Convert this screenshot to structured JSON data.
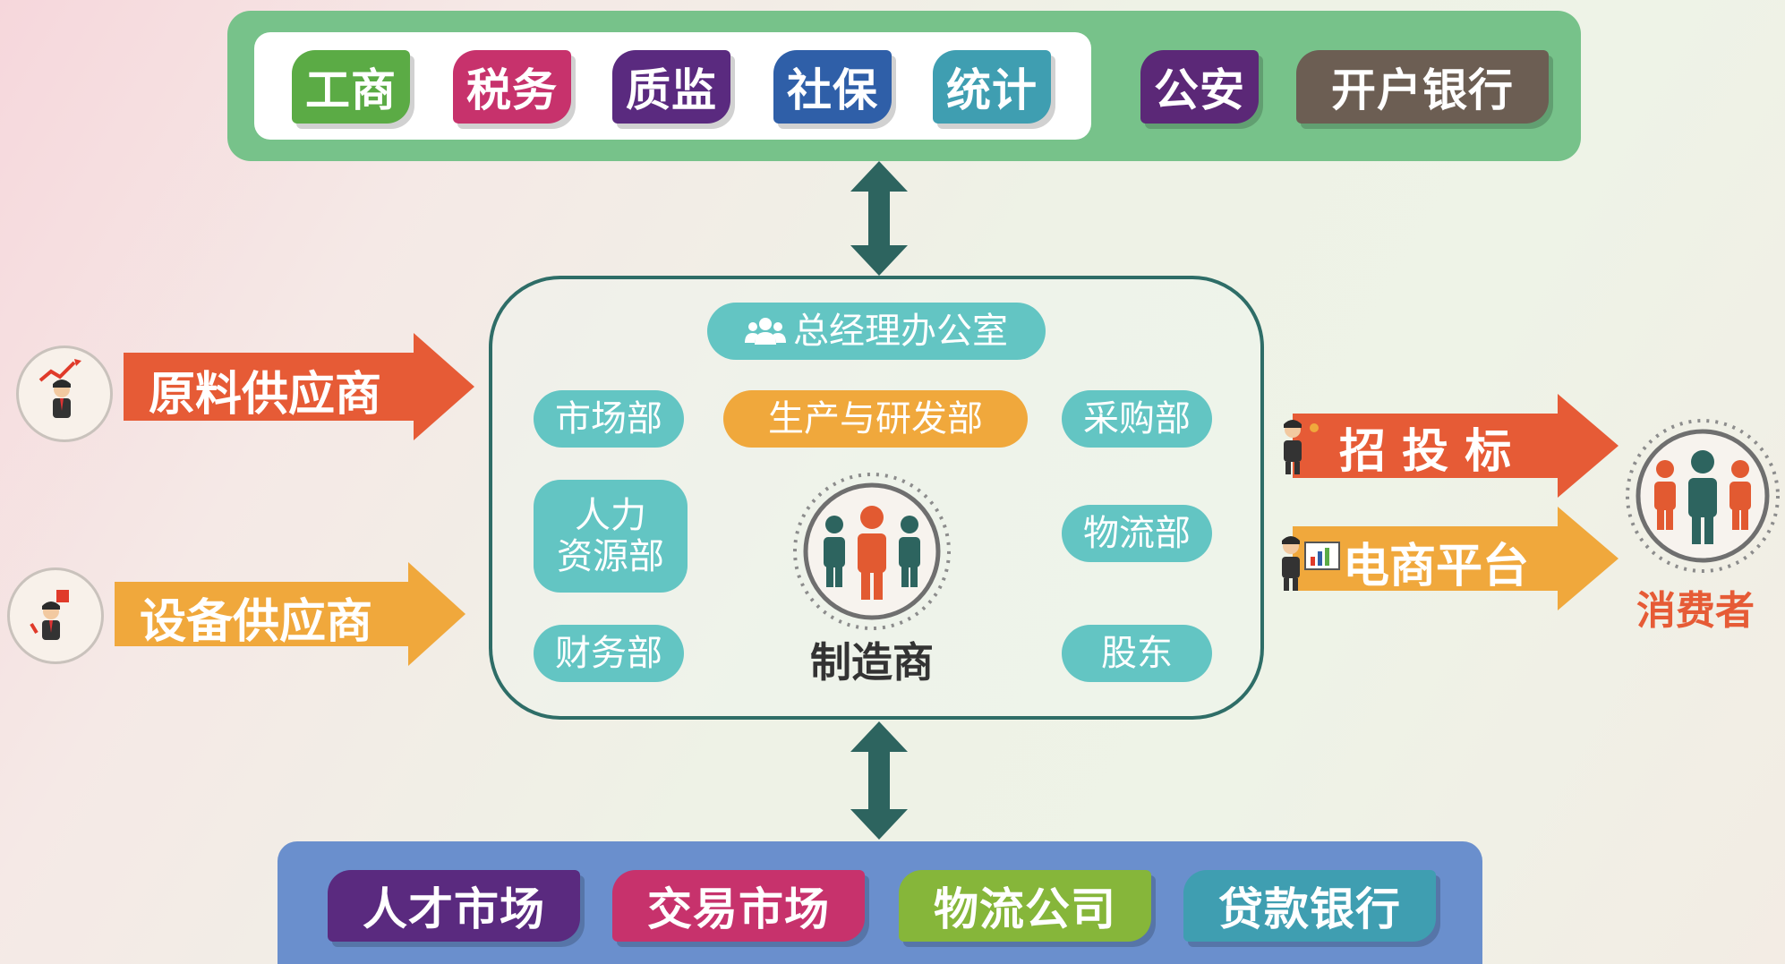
{
  "government": {
    "agencies": [
      "工商",
      "税务",
      "质监",
      "社保",
      "统计"
    ],
    "police": "公安",
    "bank": "开户银行",
    "colors": [
      "#5bab45",
      "#c7326c",
      "#5a2a7f",
      "#2f5fa8",
      "#3f9eb1",
      "#5b2877",
      "#6c5e53"
    ]
  },
  "company": {
    "office": "总经理办公室",
    "departments": {
      "market": "市场部",
      "production": "生产与研发部",
      "purchase": "采购部",
      "hr": [
        "人力",
        "资源部"
      ],
      "logistics": "物流部",
      "finance": "财务部",
      "shareholders": "股东"
    },
    "center_label": "制造商"
  },
  "suppliers": {
    "raw": "原料供应商",
    "equipment": "设备供应商"
  },
  "channels": {
    "bidding": "招 投 标",
    "ecommerce": "电商平台"
  },
  "consumer": "消费者",
  "markets": {
    "items": [
      "人才市场",
      "交易市场",
      "物流公司",
      "贷款银行"
    ],
    "colors": [
      "#5a2a7f",
      "#c7326c",
      "#86b63a",
      "#3f9eb1"
    ]
  }
}
